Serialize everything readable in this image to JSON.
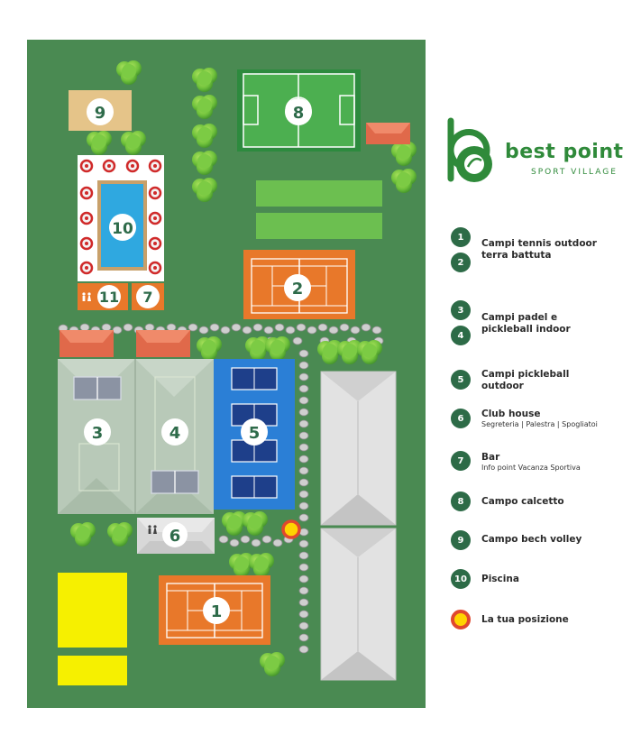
{
  "map": {
    "labels": {
      "n1": "1",
      "n2": "2",
      "n3": "3",
      "n4": "4",
      "n5": "5",
      "n6": "6",
      "n7": "7",
      "n8": "8",
      "n9": "9",
      "n10": "10",
      "n11": "11"
    }
  },
  "brand": {
    "name": "best point",
    "subtitle": "SPORT VILLAGE"
  },
  "legend": {
    "b1": "1",
    "b2": "2",
    "b3": "3",
    "b4": "4",
    "b5": "5",
    "b6": "6",
    "b7": "7",
    "b8": "8",
    "b9": "9",
    "b10": "10",
    "tennis_1": "Campi tennis outdoor",
    "tennis_2": "terra battuta",
    "padel_1": "Campi padel e",
    "padel_2": "pickleball indoor",
    "pickle_1": "Campi pickleball",
    "pickle_2": "outdoor",
    "club": "Club house",
    "club_sub": "Segreteria | Palestra | Spogliatoi",
    "bar": "Bar",
    "bar_sub": "Info point Vacanza Sportiva",
    "calcetto": "Campo calcetto",
    "volley": "Campo bech volley",
    "piscina": "Piscina",
    "posizione": "La tua posizione"
  },
  "colors": {
    "grass": "#4a8a52",
    "clay": "#e8782a",
    "pickleball_area": "#2b7fd6",
    "court_dark_blue": "#1e3f8a",
    "pool_water": "#2fa8e0",
    "yellow_field": "#f6f000",
    "legend_badge": "#2d6b47",
    "position_marker": "#ffd400"
  },
  "icons": {
    "restroom": "restroom-icon",
    "position": "position-marker-icon",
    "logo": "best-point-logo-icon"
  }
}
